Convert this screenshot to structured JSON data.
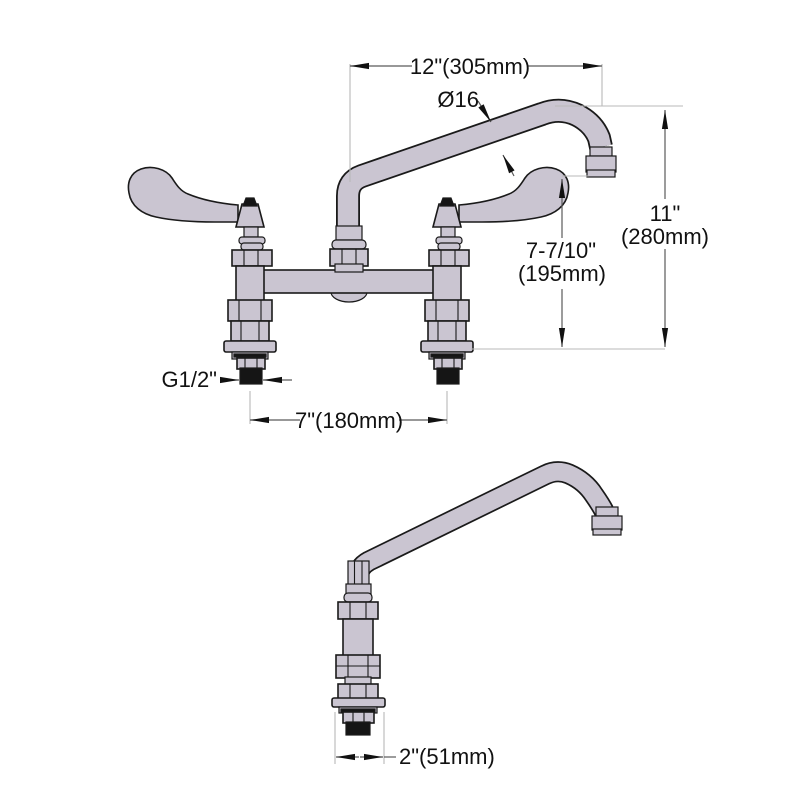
{
  "drawing": {
    "type": "technical-spec-drawing",
    "subject": "deck-mount faucet with wrist blade handles and swing spout, front view and single-shank side view"
  },
  "dimensions": {
    "spout_reach": "12\"(305mm)",
    "spout_tube_diameter": "Ø16",
    "overall_height_line1": "11\"",
    "overall_height_line2": "(280mm)",
    "outlet_height_line1": "7-7/10\"",
    "outlet_height_line2": "(195mm)",
    "inlet_thread": "G1/2\"",
    "faucet_centers": "7\"(180mm)",
    "shank_base_width": "2\"(51mm)"
  },
  "colors": {
    "body_fill": "#cac5d1",
    "outline": "#1a1a1a",
    "black_part": "#151515",
    "dim_line": "#5a5a5a",
    "ext_line": "#b9b9b9",
    "text": "#111111",
    "background": "#ffffff"
  }
}
